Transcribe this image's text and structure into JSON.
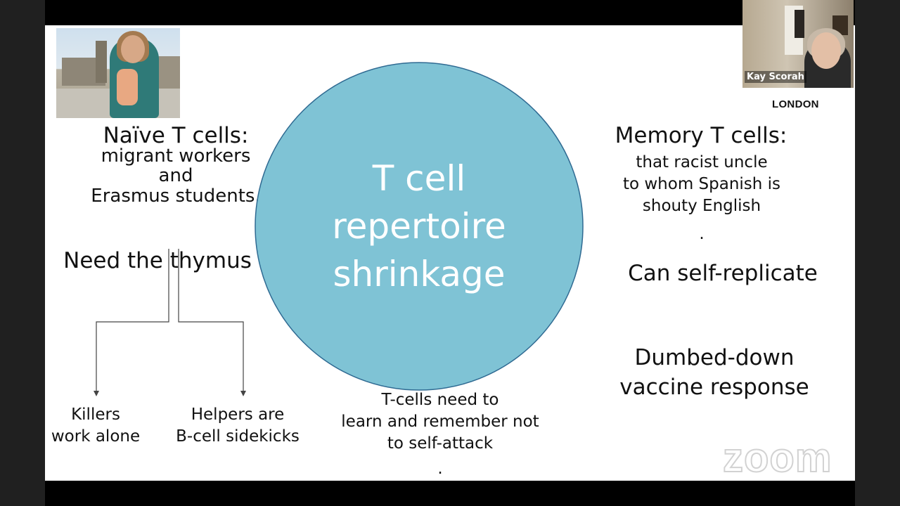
{
  "slide": {
    "left": {
      "heading": "Naïve T cells:",
      "lines": [
        "migrant workers",
        "and",
        "Erasmus students."
      ],
      "need": "Need the thymus",
      "killers": [
        "Killers",
        "work alone"
      ],
      "helpers": [
        "Helpers are",
        "B-cell sidekicks"
      ]
    },
    "circle": {
      "lines": [
        "T cell",
        "repertoire",
        "shrinkage"
      ],
      "fill": "#7fc3d5",
      "stroke": "#2f6a92"
    },
    "bottom_center": {
      "lines": [
        "T-cells need to",
        "learn and remember not",
        "to self-attack"
      ],
      "dot": "."
    },
    "right": {
      "heading": "Memory T cells:",
      "lines": [
        "that racist uncle",
        "to whom Spanish is",
        "shouty English"
      ],
      "dot": ".",
      "replicate": "Can self-replicate",
      "dumbed": [
        "Dumbed-down",
        "vaccine response"
      ]
    },
    "logo": "LONDON"
  },
  "video": {
    "participant_name": "Kay Scorah"
  },
  "watermark": {
    "text": "zoom"
  }
}
